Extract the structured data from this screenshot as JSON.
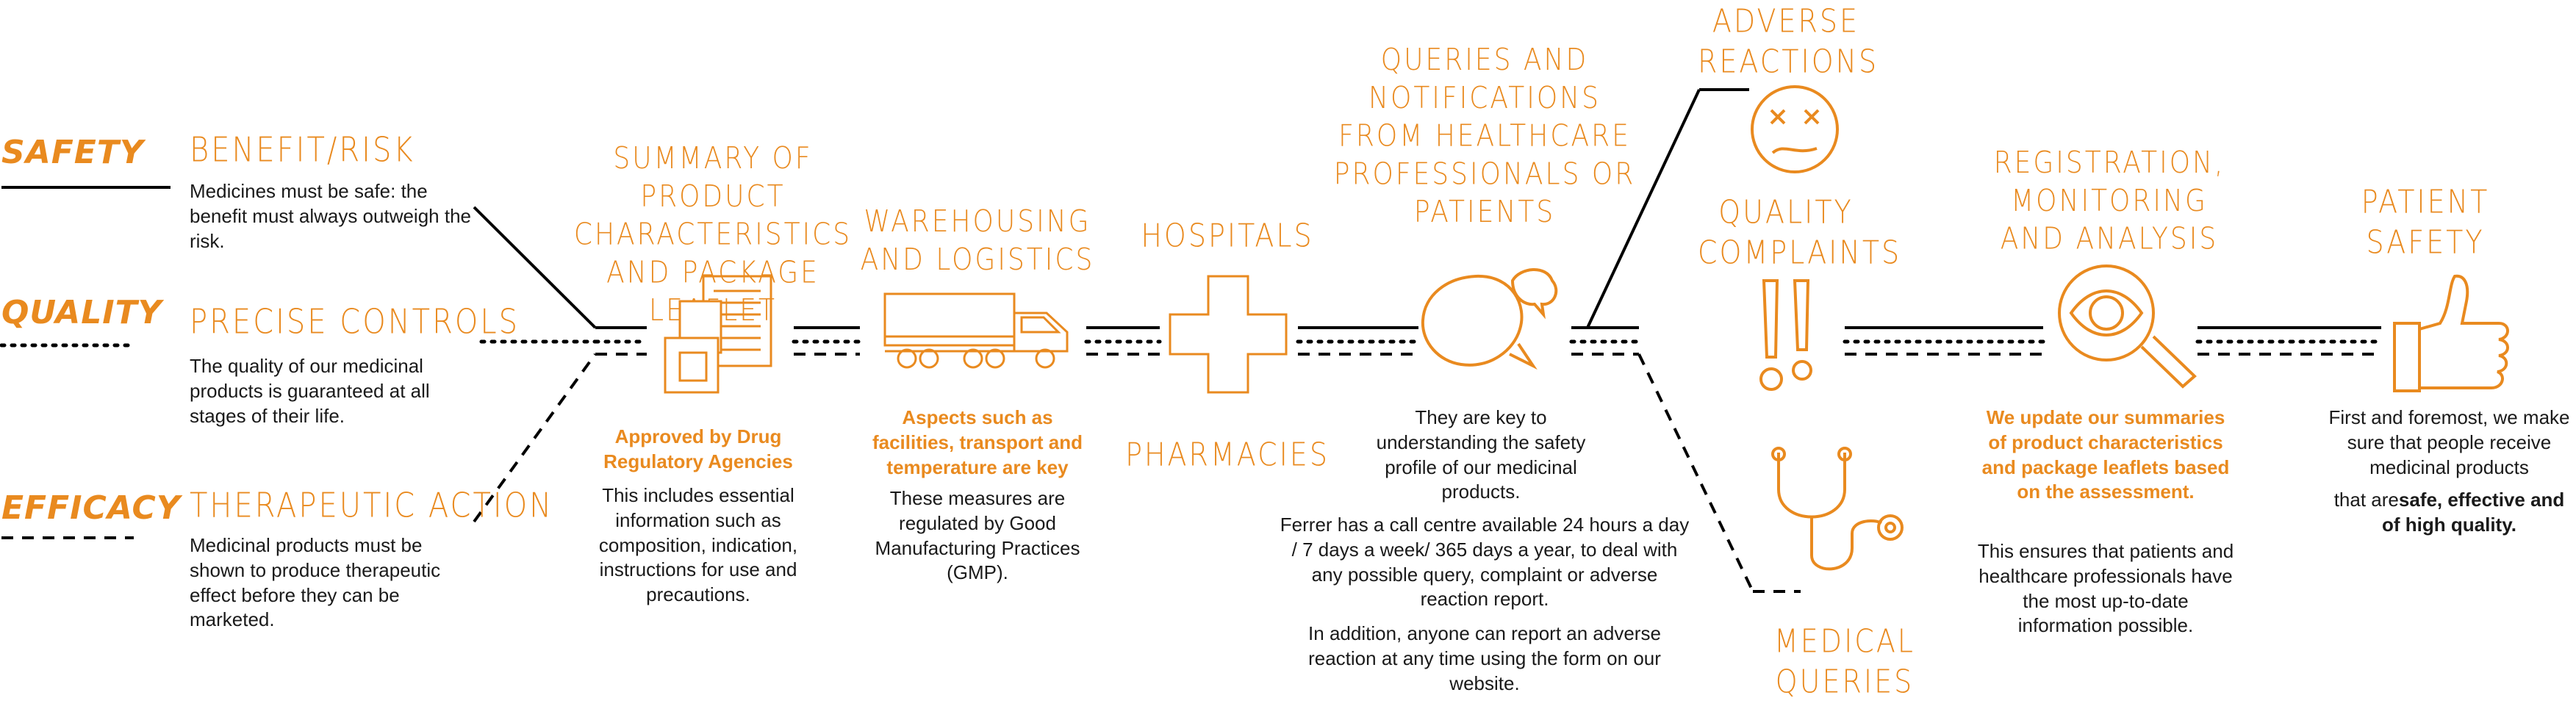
{
  "pillars": {
    "safety": "SAFETY",
    "quality": "QUALITY",
    "efficacy": "EFFICACY"
  },
  "intro": {
    "benefit_risk": {
      "title": "BENEFIT/RISK",
      "text": "Medicines must be safe: the benefit must always outweigh the risk."
    },
    "precise_controls": {
      "title": "PRECISE CONTROLS",
      "text": "The quality of our medicinal products is guaranteed at all stages of their life."
    },
    "therapeutic_action": {
      "title": "THERAPEUTIC ACTION",
      "text": "Medicinal products must be shown to produce therapeutic effect before they can be marketed."
    }
  },
  "stages": {
    "summary": {
      "title": "SUMMARY OF PRODUCT CHARACTERISTICS AND PACKAGE LEAFLET",
      "highlight": "Approved by Drug Regulatory Agencies",
      "text": "This includes essential information such as composition, indication, instructions for use and precautions."
    },
    "warehousing": {
      "title": "WAREHOUSING AND LOGISTICS",
      "highlight": "Aspects such as facilities, transport and temperature are key",
      "text": "These measures are regulated by Good Manufacturing Practices (GMP)."
    },
    "hospitals": {
      "title": "HOSPITALS",
      "subtitle": "PHARMACIES"
    },
    "queries": {
      "title": "QUERIES AND NOTIFICATIONS FROM HEALTHCARE PROFESSIONALS OR PATIENTS",
      "text1": "They are key to understanding the safety profile of our medicinal products.",
      "text2": "Ferrer has a call centre available 24 hours a day / 7 days a week/ 365 days a year, to deal with any possible query, complaint or adverse reaction report.",
      "text3": "In addition, anyone can report an adverse reaction at any time using the form on our website."
    },
    "branches": {
      "adverse": "ADVERSE REACTIONS",
      "quality": "QUALITY COMPLAINTS",
      "medical": "MEDICAL QUERIES"
    },
    "registration": {
      "title": "REGISTRATION, MONITORING AND ANALYSIS",
      "highlight": "We update our summaries of product characteristics and package leaflets based on the assessment.",
      "text": "This ensures that patients and healthcare professionals have the most up-to-date information possible."
    },
    "patient_safety": {
      "title": "PATIENT SAFETY",
      "text": "First and foremost, we make sure that people receive medicinal products",
      "text_pre": "that are",
      "text_bold": "safe, effective and of high quality."
    }
  },
  "colors": {
    "accent": "#e98a1f",
    "text": "#1a1a1a",
    "line": "#000000"
  },
  "icons": [
    "documents-icon",
    "truck-icon",
    "cross-icon",
    "speech-bubble-icon",
    "sad-face-icon",
    "exclamation-icon",
    "stethoscope-icon",
    "eye-magnifier-icon",
    "thumbs-up-icon"
  ]
}
